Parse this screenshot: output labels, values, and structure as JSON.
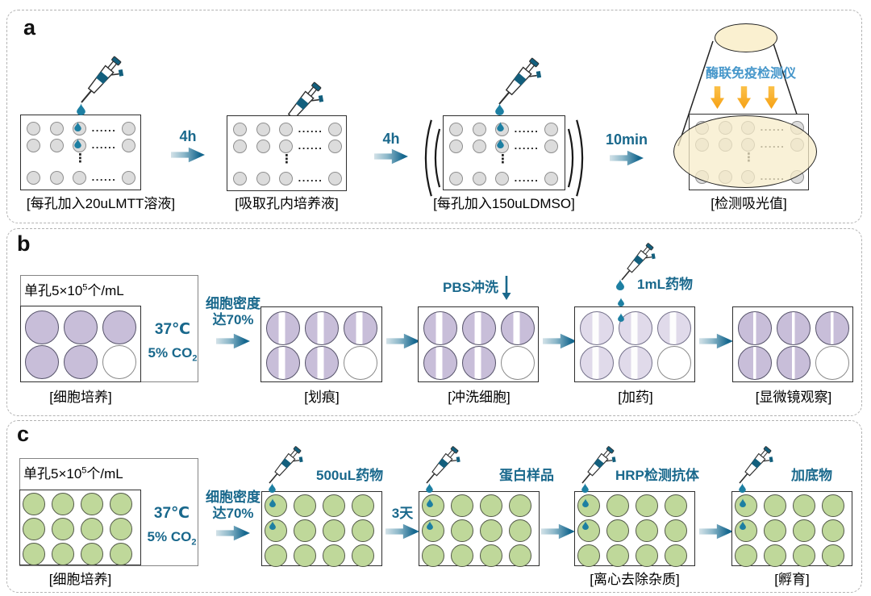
{
  "symbols": {
    "hdots": "......",
    "vdots": "⋮"
  },
  "colors": {
    "teal_text": "#19688c",
    "drop": "#1d7fa2",
    "pipette_band": "#135f7d",
    "arrow_gradient_end": "#16688f",
    "reader_text": "#4596ca",
    "yellow_arrow": "#f6a81c",
    "gray_well": "#dcdcdc",
    "purple_well": "#c8bed9",
    "green_well": "#bfd89a",
    "cream": "#faf0d0"
  },
  "panel_a": {
    "tag": "a",
    "caption1": "[每孔加入20uLMTT溶液]",
    "arrow1": "4h",
    "caption2": "[吸取孔内培养液]",
    "arrow2": "4h",
    "caption3": "[每孔加入150uLDMSO]",
    "arrow3": "10min",
    "reader_label": "酶联免疫检测仪",
    "caption4": "[检测吸光值]"
  },
  "panel_b": {
    "tag": "b",
    "density_prefix": "单孔5×10",
    "density_sup": "5",
    "density_suffix": "个/mL",
    "temp": "37℃",
    "co2_prefix": "5% CO",
    "co2_sub": "2",
    "caption1": "[细胞培养]",
    "arrow1_line1": "细胞密度",
    "arrow1_line2": "达70%",
    "caption2": "[划痕]",
    "pbs_label": "PBS冲洗",
    "caption3": "[冲洗细胞]",
    "drug_label": "1mL药物",
    "caption4": "[加药]",
    "caption5": "[显微镜观察]"
  },
  "panel_c": {
    "tag": "c",
    "density_prefix": "单孔5×10",
    "density_sup": "5",
    "density_suffix": "个/mL",
    "temp": "37℃",
    "co2_prefix": "5% CO",
    "co2_sub": "2",
    "caption1": "[细胞培养]",
    "arrow1_line1": "细胞密度",
    "arrow1_line2": "达70%",
    "drug_label": "500uL药物",
    "arrow2": "3天",
    "protein_label": "蛋白样品",
    "hrp_label": "HRP检测抗体",
    "caption4": "[离心去除杂质]",
    "substrate_label": "加底物",
    "caption5": "[孵育]"
  }
}
